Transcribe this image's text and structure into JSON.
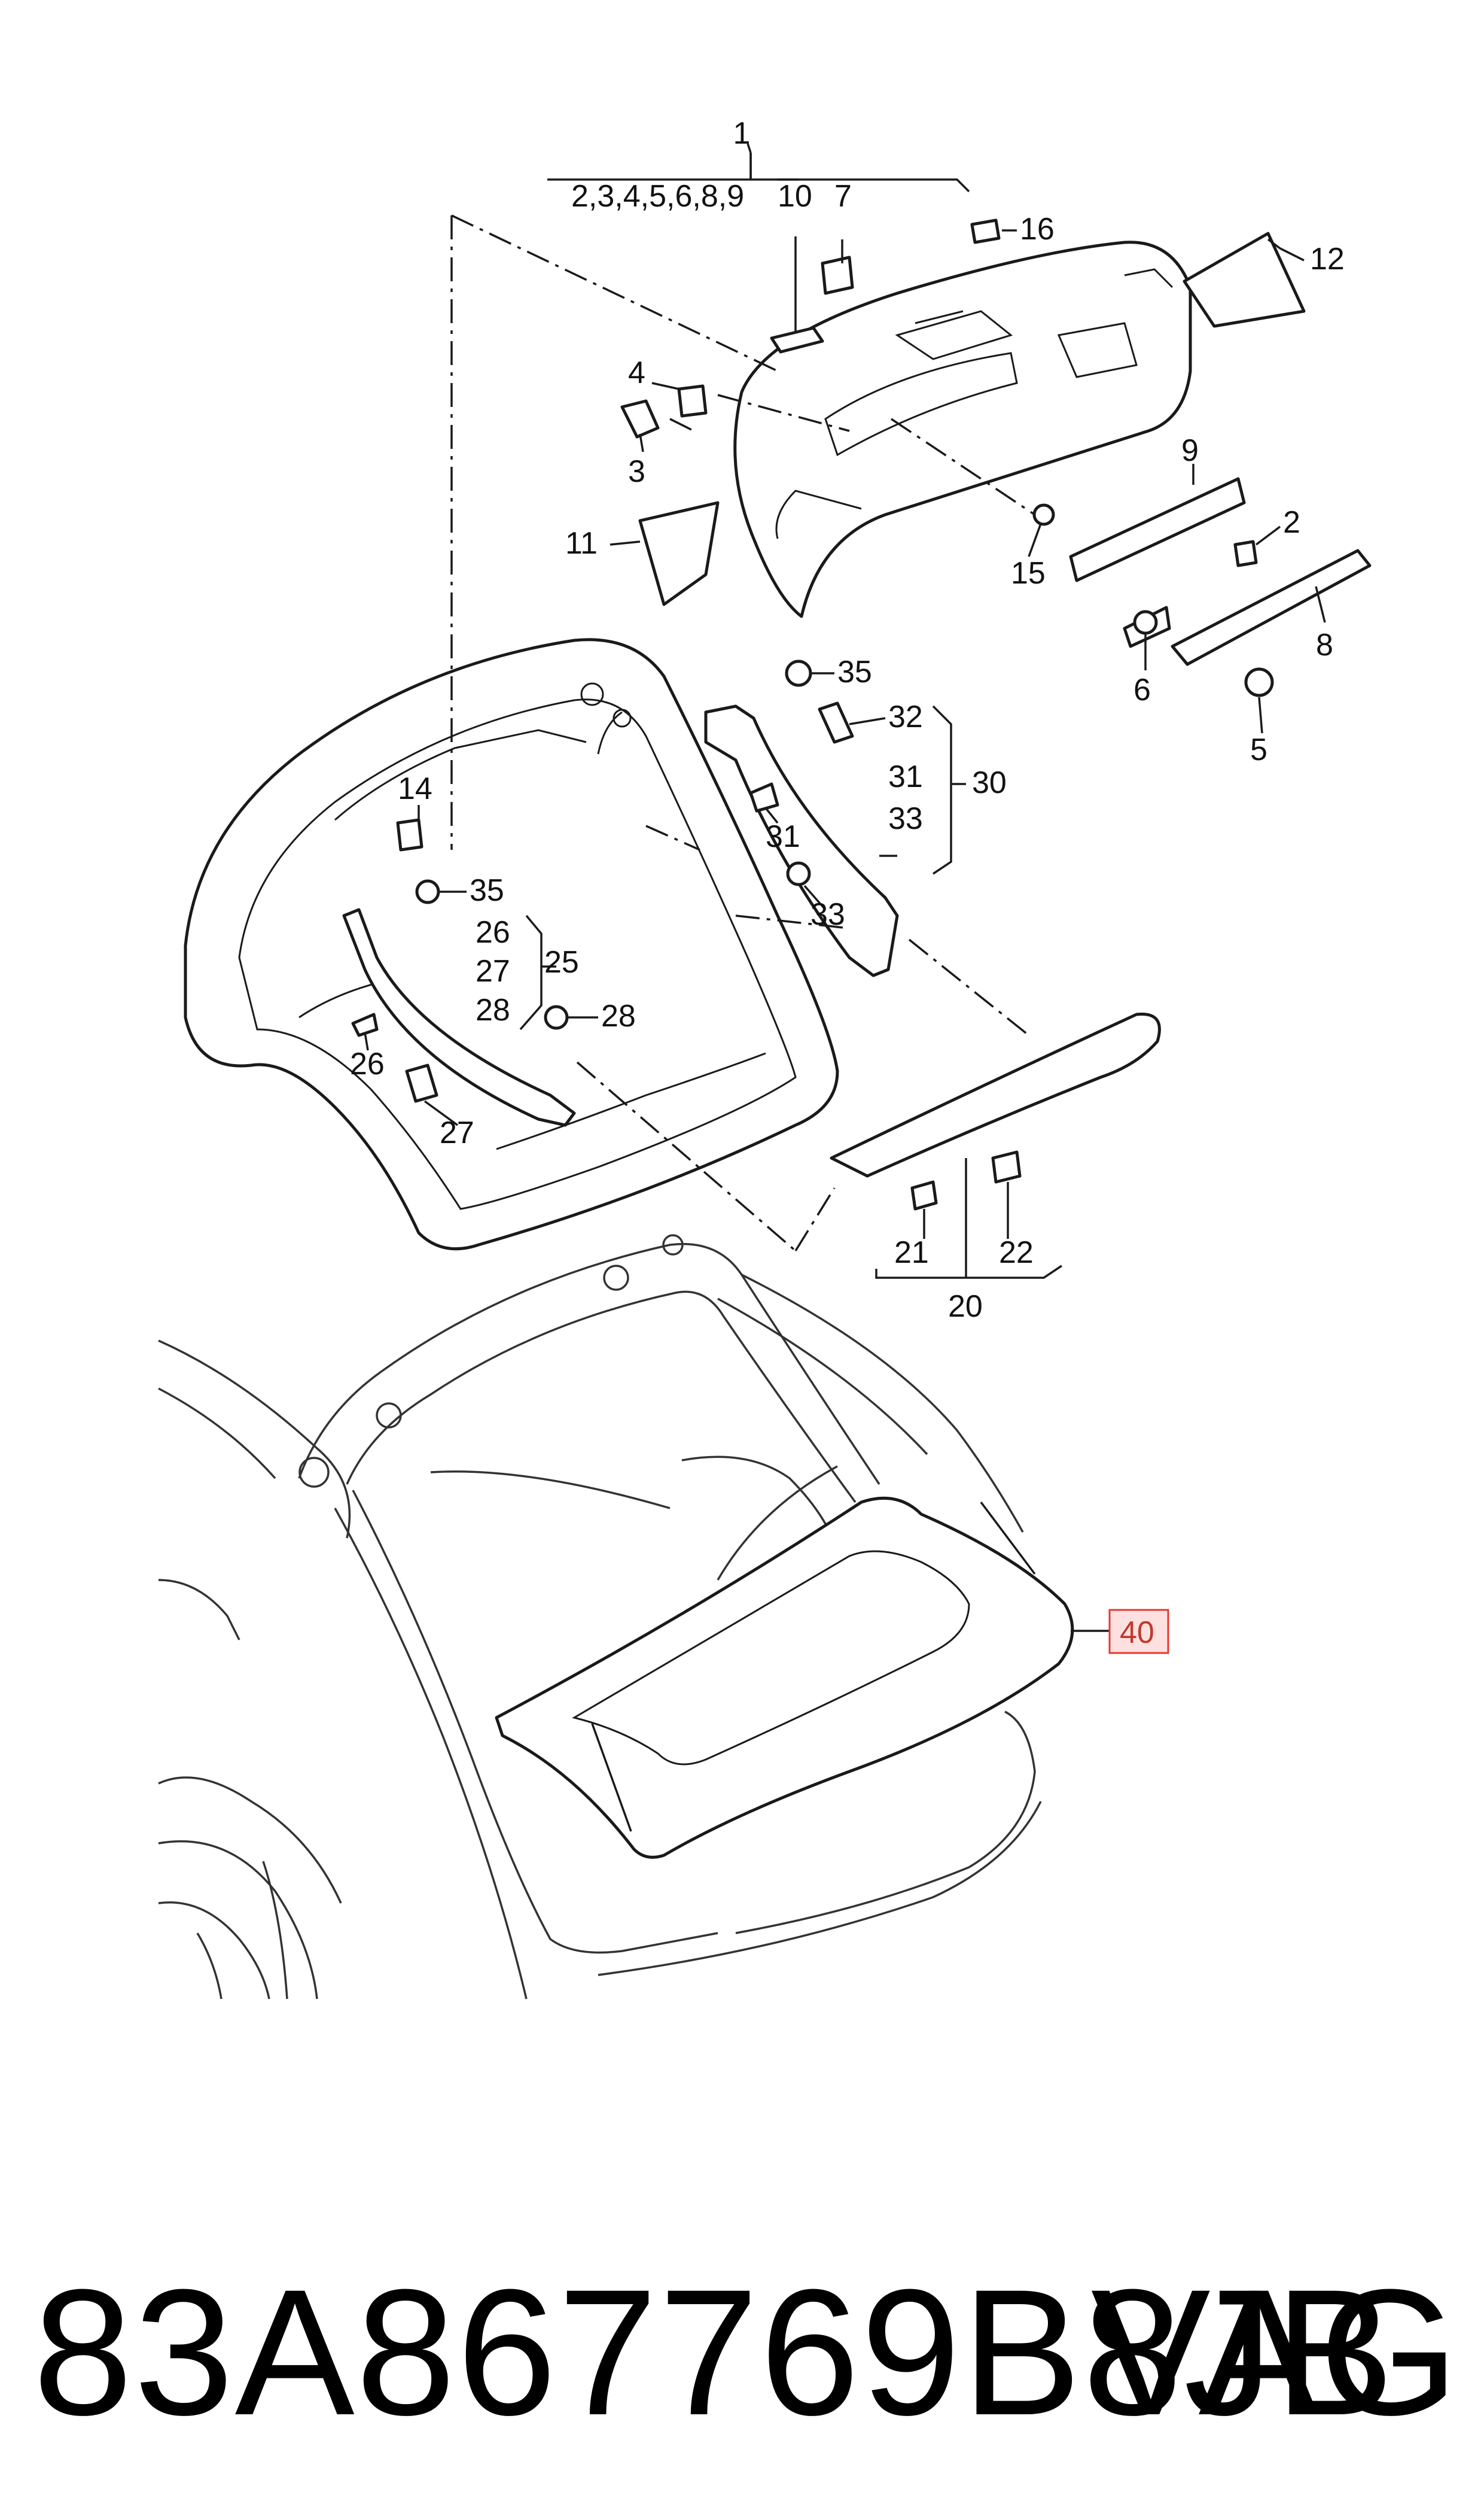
{
  "callouts": [
    {
      "id": "1",
      "text": "1"
    },
    {
      "id": "1-list",
      "text": "2,3,4,5,6,8,9"
    },
    {
      "id": "10",
      "text": "10"
    },
    {
      "id": "7",
      "text": "7"
    },
    {
      "id": "16",
      "text": "16"
    },
    {
      "id": "12",
      "text": "12"
    },
    {
      "id": "4",
      "text": "4"
    },
    {
      "id": "3",
      "text": "3"
    },
    {
      "id": "11",
      "text": "11"
    },
    {
      "id": "9",
      "text": "9"
    },
    {
      "id": "15",
      "text": "15"
    },
    {
      "id": "2",
      "text": "2"
    },
    {
      "id": "8",
      "text": "8"
    },
    {
      "id": "6",
      "text": "6"
    },
    {
      "id": "5",
      "text": "5"
    },
    {
      "id": "35a",
      "text": "35"
    },
    {
      "id": "32",
      "text": "32"
    },
    {
      "id": "31a",
      "text": "31"
    },
    {
      "id": "30",
      "text": "30"
    },
    {
      "id": "33a",
      "text": "33"
    },
    {
      "id": "31b",
      "text": "31"
    },
    {
      "id": "33b",
      "text": "33"
    },
    {
      "id": "14",
      "text": "14"
    },
    {
      "id": "35b",
      "text": "35"
    },
    {
      "id": "26a",
      "text": "26"
    },
    {
      "id": "27a",
      "text": "27"
    },
    {
      "id": "28a",
      "text": "28"
    },
    {
      "id": "25",
      "text": "25"
    },
    {
      "id": "28b",
      "text": "28"
    },
    {
      "id": "26b",
      "text": "26"
    },
    {
      "id": "27b",
      "text": "27"
    },
    {
      "id": "21",
      "text": "21"
    },
    {
      "id": "22",
      "text": "22"
    },
    {
      "id": "20",
      "text": "20"
    }
  ],
  "highlight": {
    "text": "40",
    "color": "#e53935"
  },
  "footer": {
    "part_number": "83A867769B8JB",
    "brand": "VAG"
  }
}
